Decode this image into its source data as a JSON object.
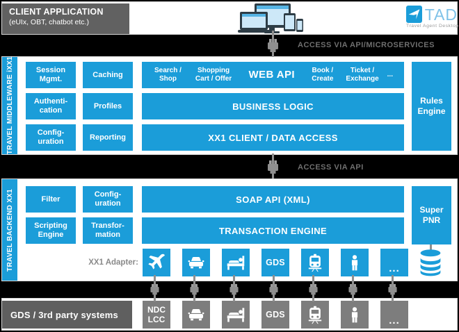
{
  "colors": {
    "accent_blue": "#1b9dd9",
    "header_gray": "#616161",
    "bottom_gray": "#5f5f5f",
    "icon_gray": "#7d7d7d",
    "band_text_gray": "#6f6f6f",
    "page_bg": "#000000"
  },
  "client": {
    "title": "CLIENT APPLICATION",
    "subtitle": "(eUIx, OBT, chatbot etc.)"
  },
  "logo": {
    "text": "TAD",
    "subtext": "Travel Agent Desktop"
  },
  "bands": {
    "api_microservices": "ACCESS VIA API/MICROSERVICES",
    "api": "ACCESS VIA API"
  },
  "middleware": {
    "sidebar": "TRAVEL MIDDLEWARE iXX1",
    "boxes": {
      "session": "Session\nMgmt.",
      "caching": "Caching",
      "auth": "Authenti-\ncation",
      "profiles": "Profiles",
      "config": "Config-\nuration",
      "reporting": "Reporting"
    },
    "web_api": {
      "title": "WEB API",
      "left": [
        "Search /\nShop",
        "Shopping\nCart / Offer"
      ],
      "right": [
        "Book /\nCreate",
        "Ticket /\nExchange",
        "..."
      ]
    },
    "business_logic": "BUSINESS LOGIC",
    "data_access": "XX1 CLIENT / DATA ACCESS",
    "rules_engine": "Rules\nEngine"
  },
  "backend": {
    "sidebar": "TRAVEL BACKEND XX1",
    "boxes": {
      "filter": "Filter",
      "config": "Config-\nuration",
      "scripting": "Scripting\nEngine",
      "transformation": "Transfor-\nmation"
    },
    "soap_api": "SOAP API (XML)",
    "transaction_engine": "TRANSACTION ENGINE",
    "super_pnr": "Super\nPNR",
    "adapter_label": "XX1 Adapter:",
    "adapters": [
      {
        "icon": "plane"
      },
      {
        "icon": "car"
      },
      {
        "icon": "bed"
      },
      {
        "label": "GDS"
      },
      {
        "icon": "train"
      },
      {
        "icon": "person"
      },
      {
        "label": "..."
      }
    ]
  },
  "bottom": {
    "title": "GDS / 3rd party systems",
    "systems": [
      {
        "label": "NDC\nLCC"
      },
      {
        "icon": "car"
      },
      {
        "icon": "bed"
      },
      {
        "label": "GDS"
      },
      {
        "icon": "train"
      },
      {
        "icon": "person"
      },
      {
        "label": "..."
      }
    ]
  }
}
